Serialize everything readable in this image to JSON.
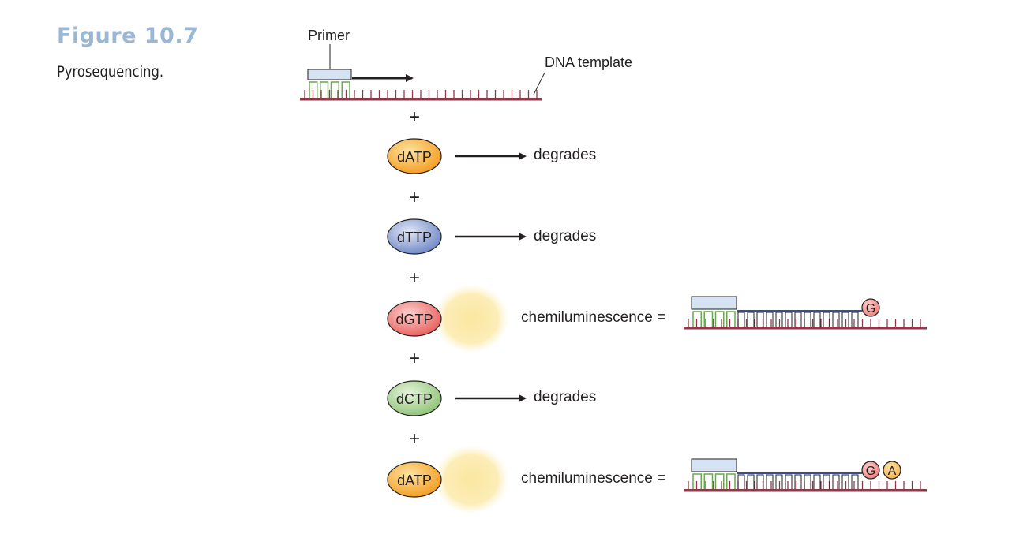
{
  "figure": {
    "title": "Figure 10.7",
    "caption": "Pyrosequencing."
  },
  "labels": {
    "primer": "Primer",
    "template": "DNA template",
    "plus": "+"
  },
  "steps": [
    {
      "nucleotide": "dATP",
      "color": "#f6a623",
      "result": "degrades"
    },
    {
      "nucleotide": "dTTP",
      "color": "#7f98cf",
      "result": "degrades"
    },
    {
      "nucleotide": "dGTP",
      "color": "#ef6f6c",
      "result": "chemiluminescence =",
      "added_bases": [
        "G"
      ]
    },
    {
      "nucleotide": "dCTP",
      "color": "#9fce8b",
      "result": "degrades"
    },
    {
      "nucleotide": "dATP",
      "color": "#f6a623",
      "result": "chemiluminescence =",
      "added_bases": [
        "G",
        "A"
      ]
    }
  ],
  "colors": {
    "template_strand": "#8b3a4a",
    "primer_fill": "#d6e3f2",
    "primer_bases": "#6aa84f",
    "new_strand": "#3b4e8c",
    "glow": "#fbe38b",
    "base_G": "#ef7d7a",
    "base_A": "#f6b64a"
  }
}
